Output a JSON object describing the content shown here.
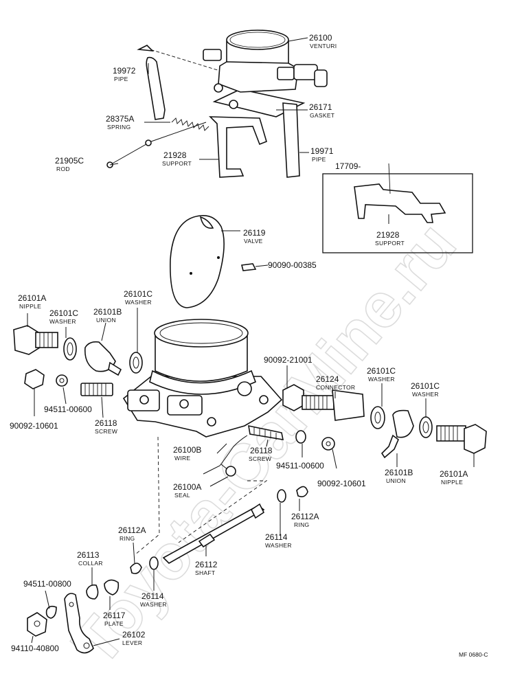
{
  "watermark": "Toyota-CarMine.ru",
  "drawing_code": "MF 0680-C",
  "parts": [
    {
      "id": "p-26100",
      "number": "26100",
      "name": "VENTURI"
    },
    {
      "id": "p-19972",
      "number": "19972",
      "name": "PIPE"
    },
    {
      "id": "p-28375a",
      "number": "28375A",
      "name": "SPRING"
    },
    {
      "id": "p-26171",
      "number": "26171",
      "name": "GASKET"
    },
    {
      "id": "p-21905c",
      "number": "21905C",
      "name": "ROD"
    },
    {
      "id": "p-21928-top",
      "number": "21928",
      "name": "SUPPORT"
    },
    {
      "id": "p-19971",
      "number": "19971",
      "name": "PIPE"
    },
    {
      "id": "p-17709",
      "number": "17709-",
      "name": ""
    },
    {
      "id": "p-21928-box",
      "number": "21928",
      "name": "SUPPORT"
    },
    {
      "id": "p-26119",
      "number": "26119",
      "name": "VALVE"
    },
    {
      "id": "p-90090",
      "number": "90090-00385",
      "name": ""
    },
    {
      "id": "p-26101a-l",
      "number": "26101A",
      "name": "NIPPLE"
    },
    {
      "id": "p-26101c-l",
      "number": "26101C",
      "name": "WASHER"
    },
    {
      "id": "p-26101b-l",
      "number": "26101B",
      "name": "UNION"
    },
    {
      "id": "p-26101c-m",
      "number": "26101C",
      "name": "WASHER"
    },
    {
      "id": "p-90092-21001",
      "number": "90092-21001",
      "name": ""
    },
    {
      "id": "p-26124",
      "number": "26124",
      "name": "CONNECTOR"
    },
    {
      "id": "p-26101c-r1",
      "number": "26101C",
      "name": "WASHER"
    },
    {
      "id": "p-26101c-r2",
      "number": "26101C",
      "name": "WASHER"
    },
    {
      "id": "p-94511-l",
      "number": "94511-00600",
      "name": ""
    },
    {
      "id": "p-26118-l",
      "number": "26118",
      "name": "SCREW"
    },
    {
      "id": "p-90092-10601-l",
      "number": "90092-10601",
      "name": ""
    },
    {
      "id": "p-26100b",
      "number": "26100B",
      "name": "WIRE"
    },
    {
      "id": "p-26118-r",
      "number": "26118",
      "name": "SCREW"
    },
    {
      "id": "p-94511-r",
      "number": "94511-00600",
      "name": ""
    },
    {
      "id": "p-90092-10601-r",
      "number": "90092-10601",
      "name": ""
    },
    {
      "id": "p-26101b-r",
      "number": "26101B",
      "name": "UNION"
    },
    {
      "id": "p-26101a-r",
      "number": "26101A",
      "name": "NIPPLE"
    },
    {
      "id": "p-26100a",
      "number": "26100A",
      "name": "SEAL"
    },
    {
      "id": "p-26112a-r",
      "number": "26112A",
      "name": "RING"
    },
    {
      "id": "p-26114-r",
      "number": "26114",
      "name": "WASHER"
    },
    {
      "id": "p-26112a-l",
      "number": "26112A",
      "name": "RING"
    },
    {
      "id": "p-26112",
      "number": "26112",
      "name": "SHAFT"
    },
    {
      "id": "p-26113",
      "number": "26113",
      "name": "COLLAR"
    },
    {
      "id": "p-94511-00800",
      "number": "94511-00800",
      "name": ""
    },
    {
      "id": "p-26114-l",
      "number": "26114",
      "name": "WASHER"
    },
    {
      "id": "p-26117",
      "number": "26117",
      "name": "PLATE"
    },
    {
      "id": "p-26102",
      "number": "26102",
      "name": "LEVER"
    },
    {
      "id": "p-94110",
      "number": "94110-40800",
      "name": ""
    }
  ]
}
